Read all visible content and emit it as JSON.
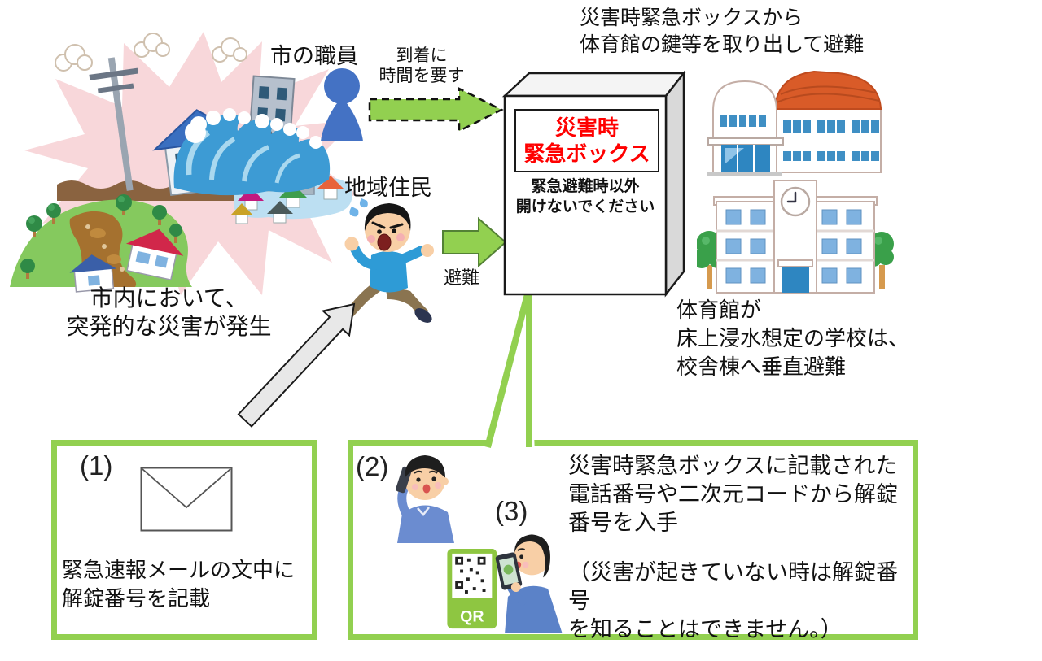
{
  "colors": {
    "accent_green": "#92d050",
    "alert_red": "#ff0000",
    "figure_blue": "#4472c4"
  },
  "disaster_scene": {
    "caption": "市内において、\n突発的な災害が発生"
  },
  "city_staff": {
    "label": "市の職員"
  },
  "delay_arrow": {
    "label": "到着に\n時間を要す"
  },
  "resident": {
    "label": "地域住民"
  },
  "evacuation_arrow": {
    "label": "避難"
  },
  "emergency_box": {
    "title": "災害時\n緊急ボックス",
    "warning": "緊急避難時以外\n開けないでください"
  },
  "captions": {
    "top_right": "災害時緊急ボックスから\n体育館の鍵等を取り出して避難",
    "school_note": "体育館が\n床上浸水想定の学校は、\n校舎棟へ垂直避難"
  },
  "panel_mail": {
    "number": "(1)",
    "caption": "緊急速報メールの文中に\n解錠番号を記載"
  },
  "panel_phone_qr": {
    "phone_number": "(2)",
    "qr_number": "(3)",
    "qr_sign_label": "QR",
    "caption_main": "災害時緊急ボックスに記載された\n電話番号や二次元コードから解錠\n番号を入手",
    "caption_note": "（災害が起きていない時は解錠番号\nを知ることはできません。）"
  }
}
